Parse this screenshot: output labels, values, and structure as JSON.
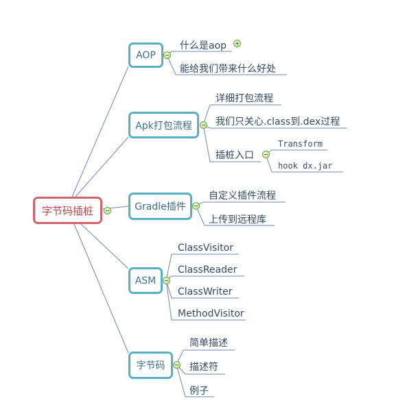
{
  "root": {
    "label": "字节码插桩"
  },
  "branches": [
    {
      "label": "AOP",
      "children": [
        {
          "label": "什么是aop",
          "collapsed": true
        },
        {
          "label": "能给我们带来什么好处"
        }
      ]
    },
    {
      "label": "Apk打包流程",
      "children": [
        {
          "label": "详细打包流程"
        },
        {
          "label": "我们只关心.class到.dex过程"
        },
        {
          "label": "插桩入口",
          "children": [
            {
              "label": "Transform"
            },
            {
              "label": "hook dx.jar"
            }
          ]
        }
      ]
    },
    {
      "label": "Gradle插件",
      "children": [
        {
          "label": "自定义插件流程"
        },
        {
          "label": "上传到远程库"
        }
      ]
    },
    {
      "label": "ASM",
      "children": [
        {
          "label": "ClassVisitor"
        },
        {
          "label": "ClassReader"
        },
        {
          "label": "ClassWriter"
        },
        {
          "label": "MethodVisitor"
        }
      ]
    },
    {
      "label": "字节码",
      "children": [
        {
          "label": "简单描述"
        },
        {
          "label": "描述符"
        },
        {
          "label": "例子"
        }
      ]
    }
  ],
  "colors": {
    "root_border": "#d0636a",
    "branch_border": "#5aaec4",
    "line": "#6f86b0"
  }
}
